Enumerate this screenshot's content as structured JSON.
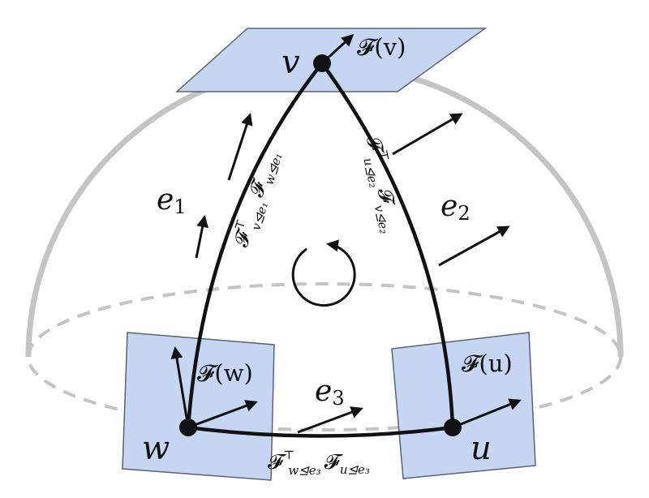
{
  "vertices": {
    "v": "v",
    "w": "w",
    "u": "u"
  },
  "stalks": {
    "v": "𝓕(v)",
    "w": "𝓕(w)",
    "u": "𝓕(u)"
  },
  "edges": {
    "e1": "e",
    "e1_sub": "1",
    "e2": "e",
    "e2_sub": "2",
    "e3": "e",
    "e3_sub": "3"
  },
  "maps": {
    "e1": {
      "a": "𝓕",
      "a_sup": "⊤",
      "a_sub": "v⊴e₁",
      "b": "𝓕",
      "b_sub": "w⊴e₁"
    },
    "e2": {
      "a": "𝓕",
      "a_sup": "⊤",
      "a_sub": "u⊴e₂",
      "b": "𝓕",
      "b_sub": "v⊴e₂"
    },
    "e3": {
      "a": "𝓕",
      "a_sup": "⊤",
      "a_sub": "w⊴e₃",
      "b": "𝓕",
      "b_sub": "u⊴e₃"
    }
  },
  "colors": {
    "plane_fill": "#c6d6f2",
    "plane_stroke": "#5a6375",
    "sphere": "#c4c4c4",
    "ink": "#111111"
  }
}
